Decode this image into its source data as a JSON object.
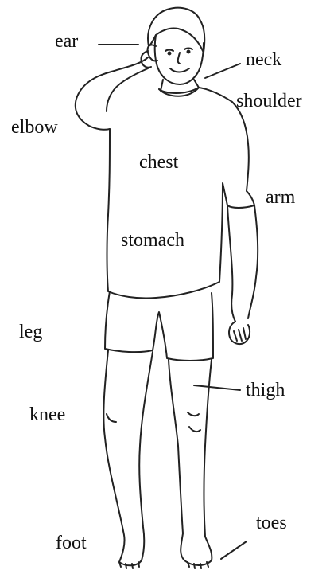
{
  "labels": {
    "ear": "ear",
    "neck": "neck",
    "shoulder": "shoulder",
    "elbow": "elbow",
    "chest": "chest",
    "arm": "arm",
    "stomach": "stomach",
    "leg": "leg",
    "thigh": "thigh",
    "knee": "knee",
    "toes": "toes",
    "foot": "foot"
  },
  "colors": {
    "line": "#222222",
    "background": "#ffffff"
  }
}
